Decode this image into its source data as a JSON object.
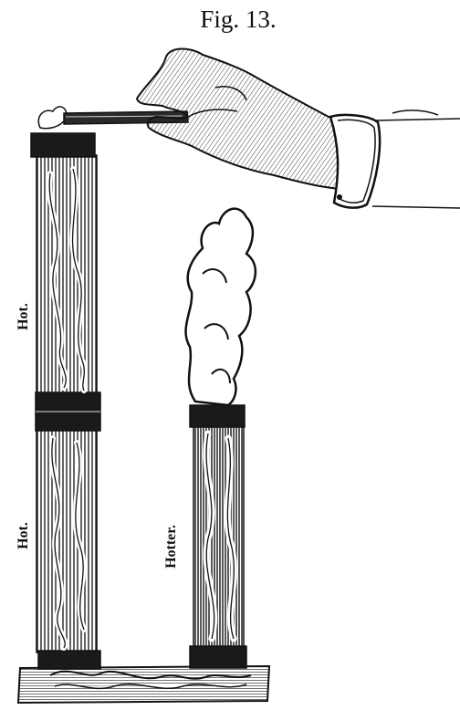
{
  "figure": {
    "title": "Fig. 13.",
    "labels": {
      "upper_left": "Hot.",
      "lower_left": "Hot.",
      "right": "Hotter."
    }
  },
  "colors": {
    "ink": "#111111",
    "paper": "#ffffff"
  },
  "icons": [
    "hand-icon",
    "taper-icon",
    "chimney-tube-icon",
    "smoke-plume-icon",
    "base-board-icon"
  ]
}
